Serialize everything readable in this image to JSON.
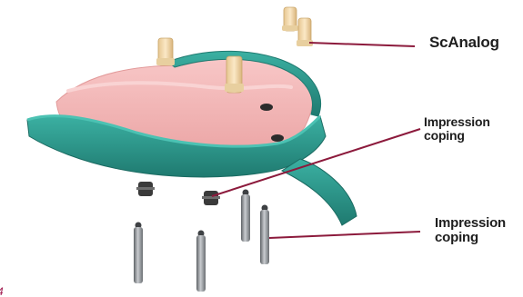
{
  "labels": {
    "scanalog": "ScAnalog",
    "impression_top_line1": "Impression",
    "impression_top_line2": "coping",
    "impression_bottom_line1": "Impression",
    "impression_bottom_line2": "coping"
  },
  "corner_mark": "4",
  "colors": {
    "tray": "#2f9e92",
    "tray_dark": "#1f7a70",
    "gum": "#f3b6b6",
    "analog": "#f2d9b0",
    "coping": "#8a8d90",
    "leader": "#8c1a3c",
    "text": "#1e1e1e"
  }
}
